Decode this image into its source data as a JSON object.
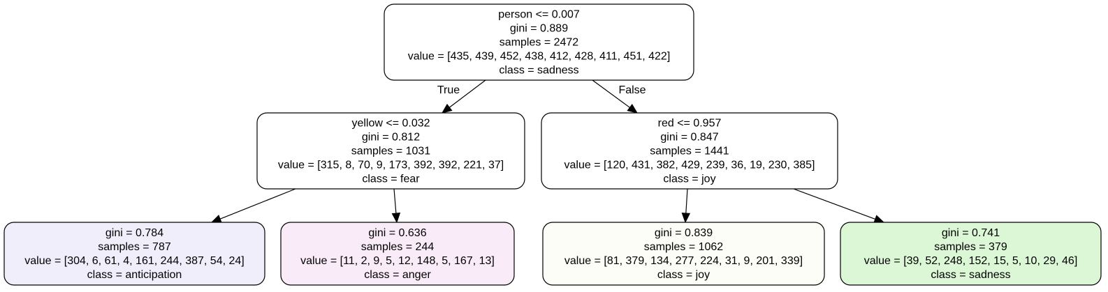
{
  "tree": {
    "nodes": [
      {
        "id": "root",
        "fill": "#ffffff",
        "lines": [
          "person <= 0.007",
          "gini = 0.889",
          "samples = 2472",
          "value = [435, 439, 452, 438, 412, 428, 411, 451, 422]",
          "class = sadness"
        ]
      },
      {
        "id": "left",
        "fill": "#ffffff",
        "lines": [
          "yellow <= 0.032",
          "gini = 0.812",
          "samples = 1031",
          "value = [315, 8, 70, 9, 173, 392, 392, 221, 37]",
          "class = fear"
        ]
      },
      {
        "id": "right",
        "fill": "#ffffff",
        "lines": [
          "red <= 0.957",
          "gini = 0.847",
          "samples = 1441",
          "value = [120, 431, 382, 429, 239, 36, 19, 230, 385]",
          "class = joy"
        ]
      },
      {
        "id": "leaf-1",
        "fill": "#f1eefb",
        "lines": [
          "gini = 0.784",
          "samples = 787",
          "value = [304, 6, 61, 4, 161, 244, 387, 54, 24]",
          "class = anticipation"
        ]
      },
      {
        "id": "leaf-2",
        "fill": "#f9ebf8",
        "lines": [
          "gini = 0.636",
          "samples = 244",
          "value = [11, 2, 9, 5, 12, 148, 5, 167, 13]",
          "class = anger"
        ]
      },
      {
        "id": "leaf-3",
        "fill": "#fcfdf6",
        "lines": [
          "gini = 0.839",
          "samples = 1062",
          "value = [81, 379, 134, 277, 224, 31, 9, 201, 339]",
          "class = joy"
        ]
      },
      {
        "id": "leaf-4",
        "fill": "#dbf7d5",
        "lines": [
          "gini = 0.741",
          "samples = 379",
          "value = [39, 52, 248, 152, 15, 5, 10, 29, 46]",
          "class = sadness"
        ]
      }
    ],
    "edges": [
      {
        "from": "root",
        "to": "left",
        "label": "True"
      },
      {
        "from": "root",
        "to": "right",
        "label": "False"
      },
      {
        "from": "left",
        "to": "leaf-1",
        "label": ""
      },
      {
        "from": "left",
        "to": "leaf-2",
        "label": ""
      },
      {
        "from": "right",
        "to": "leaf-3",
        "label": ""
      },
      {
        "from": "right",
        "to": "leaf-4",
        "label": ""
      }
    ]
  }
}
